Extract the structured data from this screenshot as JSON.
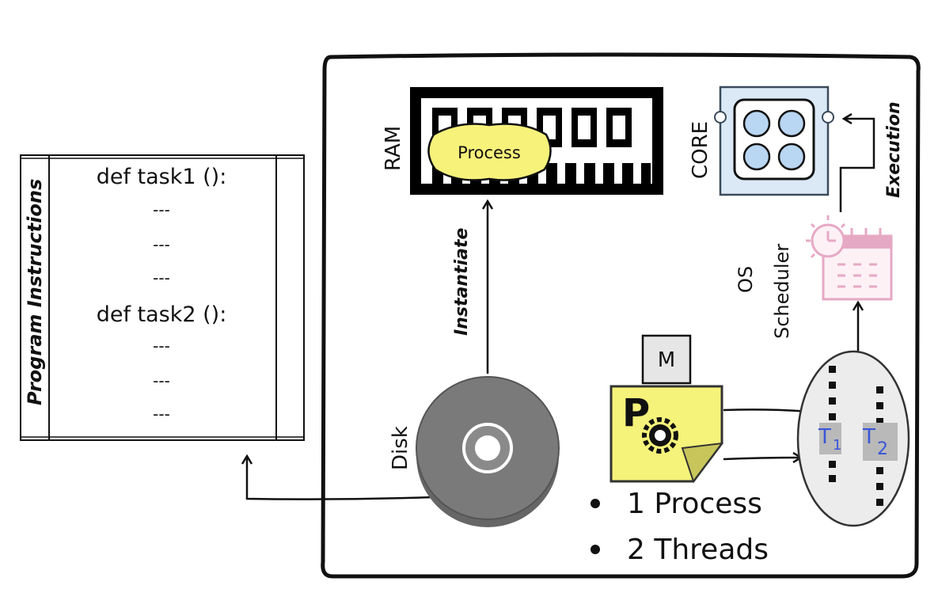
{
  "program": {
    "label": "Program Instructions",
    "lines": [
      "def task1 ():",
      "---",
      "---",
      "---",
      "def task2 ():",
      "---",
      "---",
      "---"
    ]
  },
  "labels": {
    "ram": "RAM",
    "process_chip": "Process",
    "core": "CORE",
    "execution": "Execution",
    "os": "OS",
    "scheduler": "Scheduler",
    "instantiate": "Instantiate",
    "disk": "Disk",
    "memory_box": "M",
    "process_icon": "P",
    "thread1": "T",
    "thread1_sub": "1",
    "thread2": "T",
    "thread2_sub": "2"
  },
  "bullets": [
    "1 Process",
    "2 Threads"
  ],
  "colors": {
    "core_fill": "#dbe9f7",
    "core_circle": "#b9d6f2",
    "scheduler_pink": "#e6a9c4",
    "process_yellow": "#f5f37a",
    "process_bubble": "#f7f27a",
    "disk_gray": "#7a7a7a",
    "thread_ellipse": "#ececec",
    "thread_box": "#b9b9b9",
    "thread_text": "#3a55d8"
  }
}
